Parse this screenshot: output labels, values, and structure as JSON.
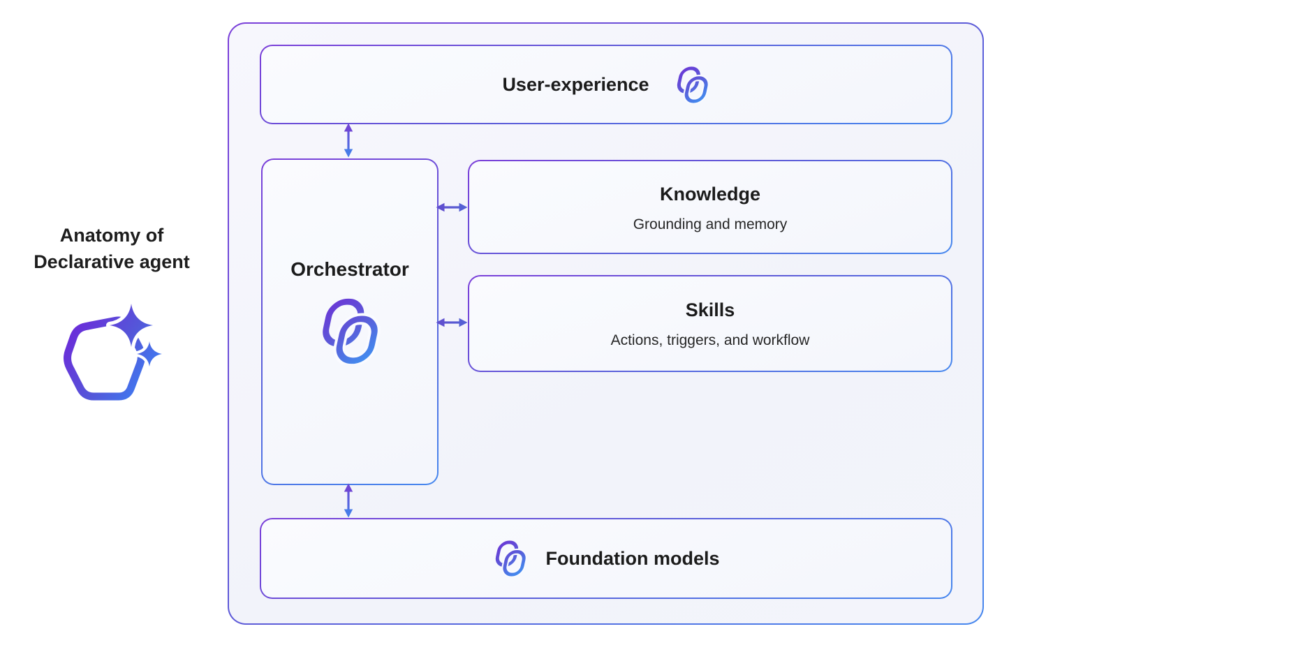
{
  "diagram": {
    "label": {
      "line1": "Anatomy of",
      "line2": "Declarative agent"
    },
    "boxes": {
      "user_experience": {
        "title": "User-experience",
        "icon": "copilot-icon"
      },
      "orchestrator": {
        "title": "Orchestrator",
        "icon": "copilot-icon"
      },
      "knowledge": {
        "title": "Knowledge",
        "subtitle": "Grounding and memory"
      },
      "skills": {
        "title": "Skills",
        "subtitle": "Actions, triggers, and workflow"
      },
      "foundation_models": {
        "title": "Foundation models",
        "icon": "copilot-icon"
      }
    },
    "arrows": [
      {
        "id": "ux-orchestrator",
        "type": "vertical-double"
      },
      {
        "id": "orchestrator-knowledge",
        "type": "horizontal-double"
      },
      {
        "id": "orchestrator-skills",
        "type": "horizontal-double"
      },
      {
        "id": "orchestrator-foundation",
        "type": "vertical-double"
      }
    ],
    "colors": {
      "gradient_purple": "#6d28d9",
      "gradient_blue": "#3b82f6",
      "arrow_indigo": "#5b50cd",
      "text": "#1b1b1b",
      "panel_fill": "#f4f5fb",
      "box_fill": "#fafbfe"
    }
  }
}
